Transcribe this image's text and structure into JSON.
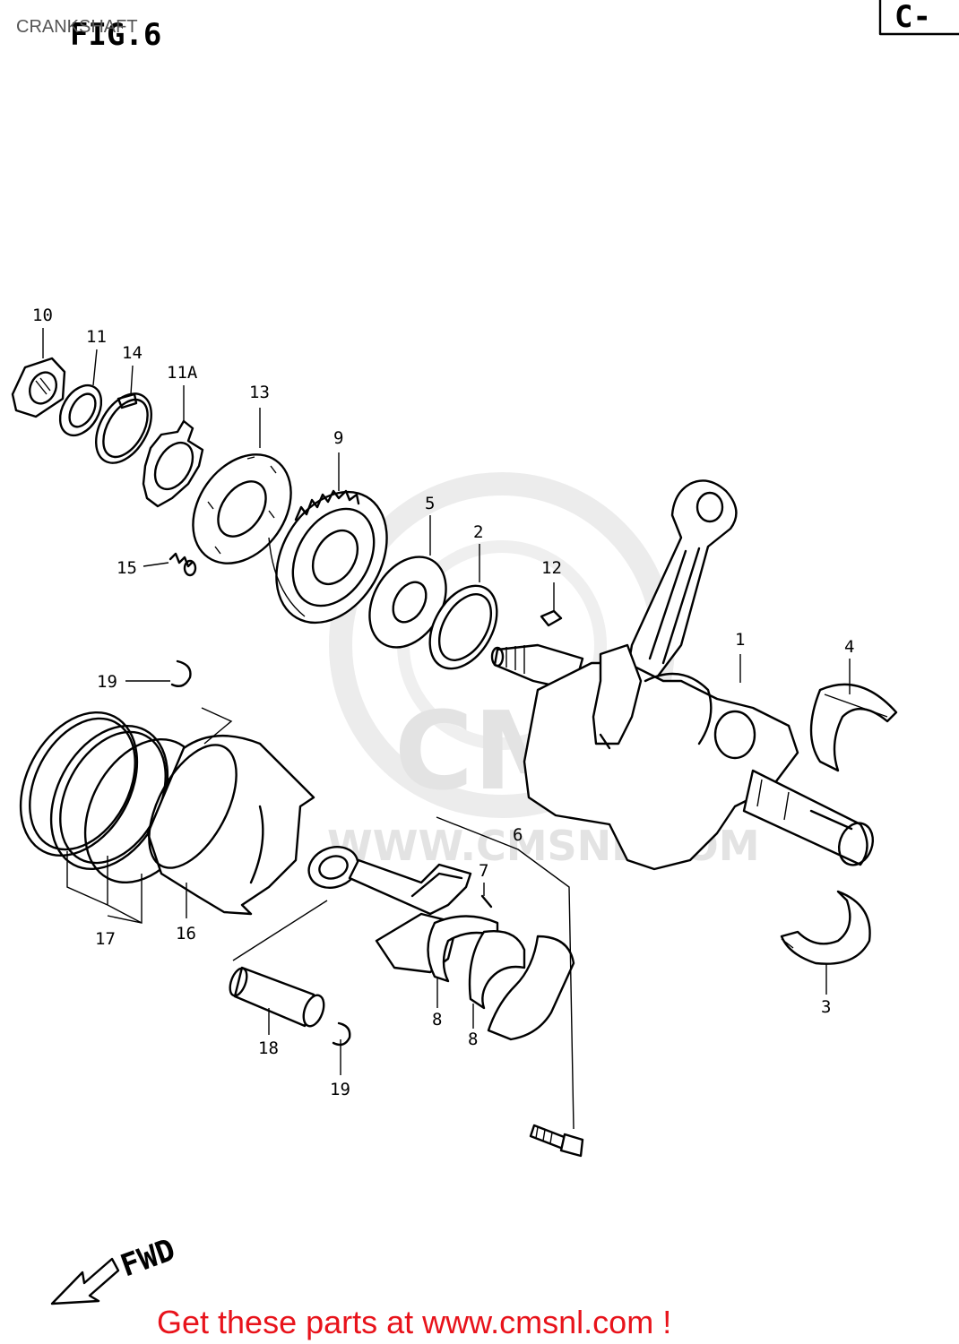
{
  "header": {
    "caption": "CRANKSHAFT",
    "figure_label": "FIG.6",
    "corner_tag": "C-"
  },
  "watermark": {
    "brand": "CMS",
    "url": "WWW.CMSNL.COM"
  },
  "callouts": [
    "10",
    "11",
    "14",
    "11A",
    "13",
    "9",
    "15",
    "5",
    "2",
    "12",
    "1",
    "4",
    "19",
    "6",
    "7",
    "17",
    "16",
    "8",
    "8",
    "18",
    "19",
    "3"
  ],
  "direction": "FWD",
  "footer": {
    "cta": "Get these parts at www.cmsnl.com !"
  },
  "colors": {
    "line": "#000000",
    "cta": "#e8131b",
    "watermark": "#e3e3e3",
    "header_text": "#555555"
  }
}
